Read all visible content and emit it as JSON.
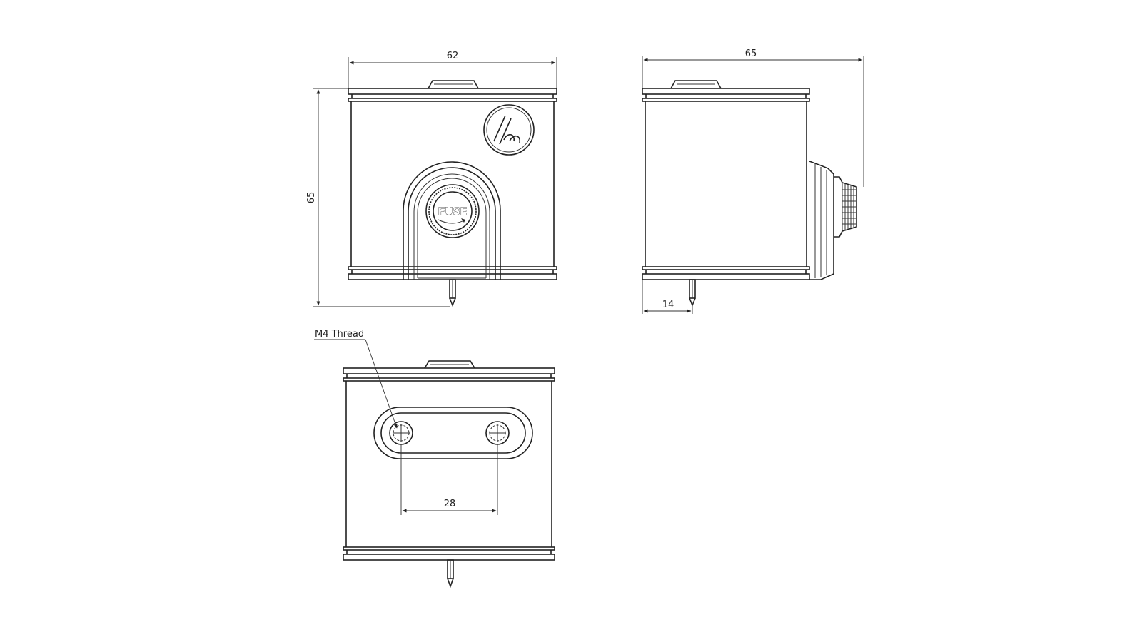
{
  "front_view": {
    "width_dim": "62",
    "height_dim": "65",
    "fuse_label": "FUSE"
  },
  "side_view": {
    "width_dim": "65",
    "offset_dim": "14"
  },
  "bottom_view": {
    "thread_label": "M4 Thread",
    "hole_spacing_dim": "28"
  }
}
